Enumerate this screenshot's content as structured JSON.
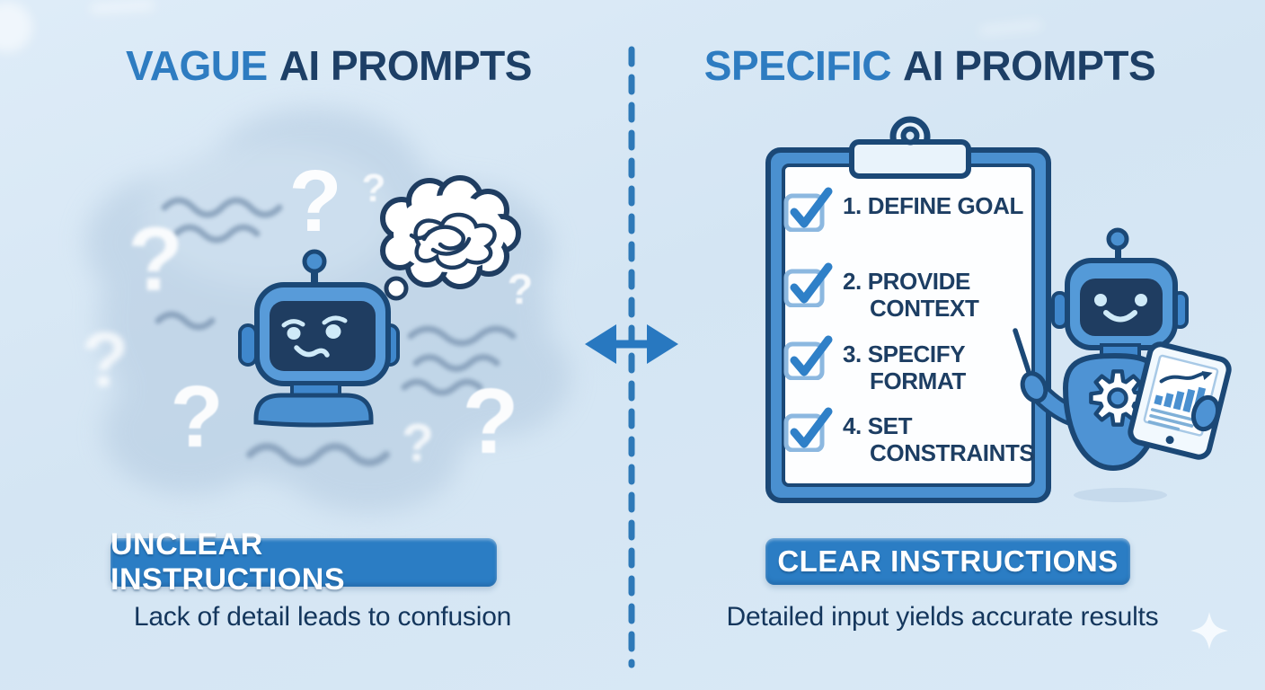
{
  "left": {
    "title": {
      "highlight": "VAGUE",
      "rest": "AI PROMPTS"
    },
    "banner": "UNCLEAR INSTRUCTIONS",
    "caption": "Lack of detail leads to confusion"
  },
  "right": {
    "title": {
      "highlight": "SPECIFIC",
      "rest": "AI PROMPTS"
    },
    "checklist": [
      {
        "label": "1. DEFINE GOAL",
        "icon": "target-icon"
      },
      {
        "label": "2. PROVIDE CONTEXT",
        "icon": "magnifier-icon"
      },
      {
        "label": "3. SPECIFY FORMAT",
        "icon": "document-icon"
      },
      {
        "label": "4. SET CONSTRAINTS",
        "icon": "ruler-icon"
      }
    ],
    "banner": "CLEAR INSTRUCTIONS",
    "caption": "Detailed input yields accurate results"
  },
  "decor": {
    "question_mark": "?"
  },
  "colors": {
    "accent_blue": "#2b7dc4",
    "title_blue": "#2e7cc1",
    "dark_navy": "#1d3e63",
    "outline_navy": "#1b4876",
    "robot_blue": "#4e93d4",
    "background": "#d7e7f5"
  }
}
